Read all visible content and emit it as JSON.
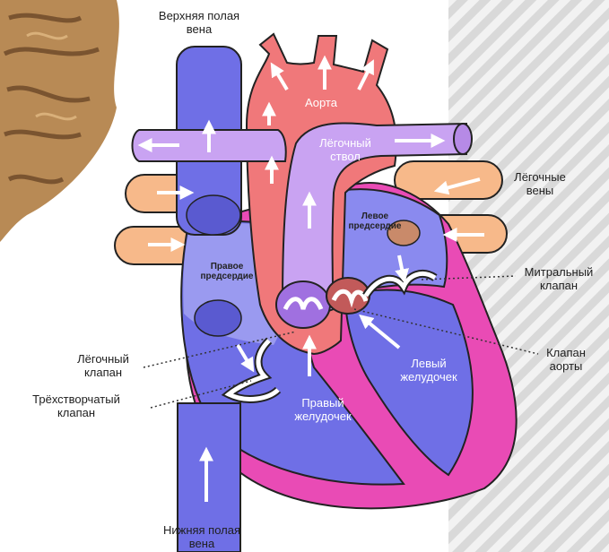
{
  "labels": {
    "svc": [
      "Верхняя полая",
      "вена"
    ],
    "ivc": [
      "Нижняя полая",
      "вена"
    ],
    "aorta": "Аорта",
    "pulmonary_trunk": [
      "Лёгочный",
      "ствол"
    ],
    "pulmonary_veins": [
      "Лёгочные",
      "вены"
    ],
    "left_atrium": [
      "Левое",
      "предсердие"
    ],
    "right_atrium": [
      "Правое",
      "предсердие"
    ],
    "mitral_valve": [
      "Митральный",
      "клапан"
    ],
    "aortic_valve": [
      "Клапан",
      "аорты"
    ],
    "pulmonary_valve": [
      "Лёгочный",
      "клапан"
    ],
    "tricuspid_valve": [
      "Трёхстворчатый",
      "клапан"
    ],
    "right_ventricle": [
      "Правый",
      "желудочек"
    ],
    "left_ventricle": [
      "Левый",
      "желудочек"
    ]
  },
  "colors": {
    "deoxygenated_blue": "#6f6fe6",
    "oxygenated_red": "#f0787a",
    "pulmonary_lilac": "#c9a3f2",
    "pulmonary_vein_orange": "#f7b98a",
    "myocardium_pink": "#e94bb5",
    "background_stripes": "#e8e8e8"
  }
}
